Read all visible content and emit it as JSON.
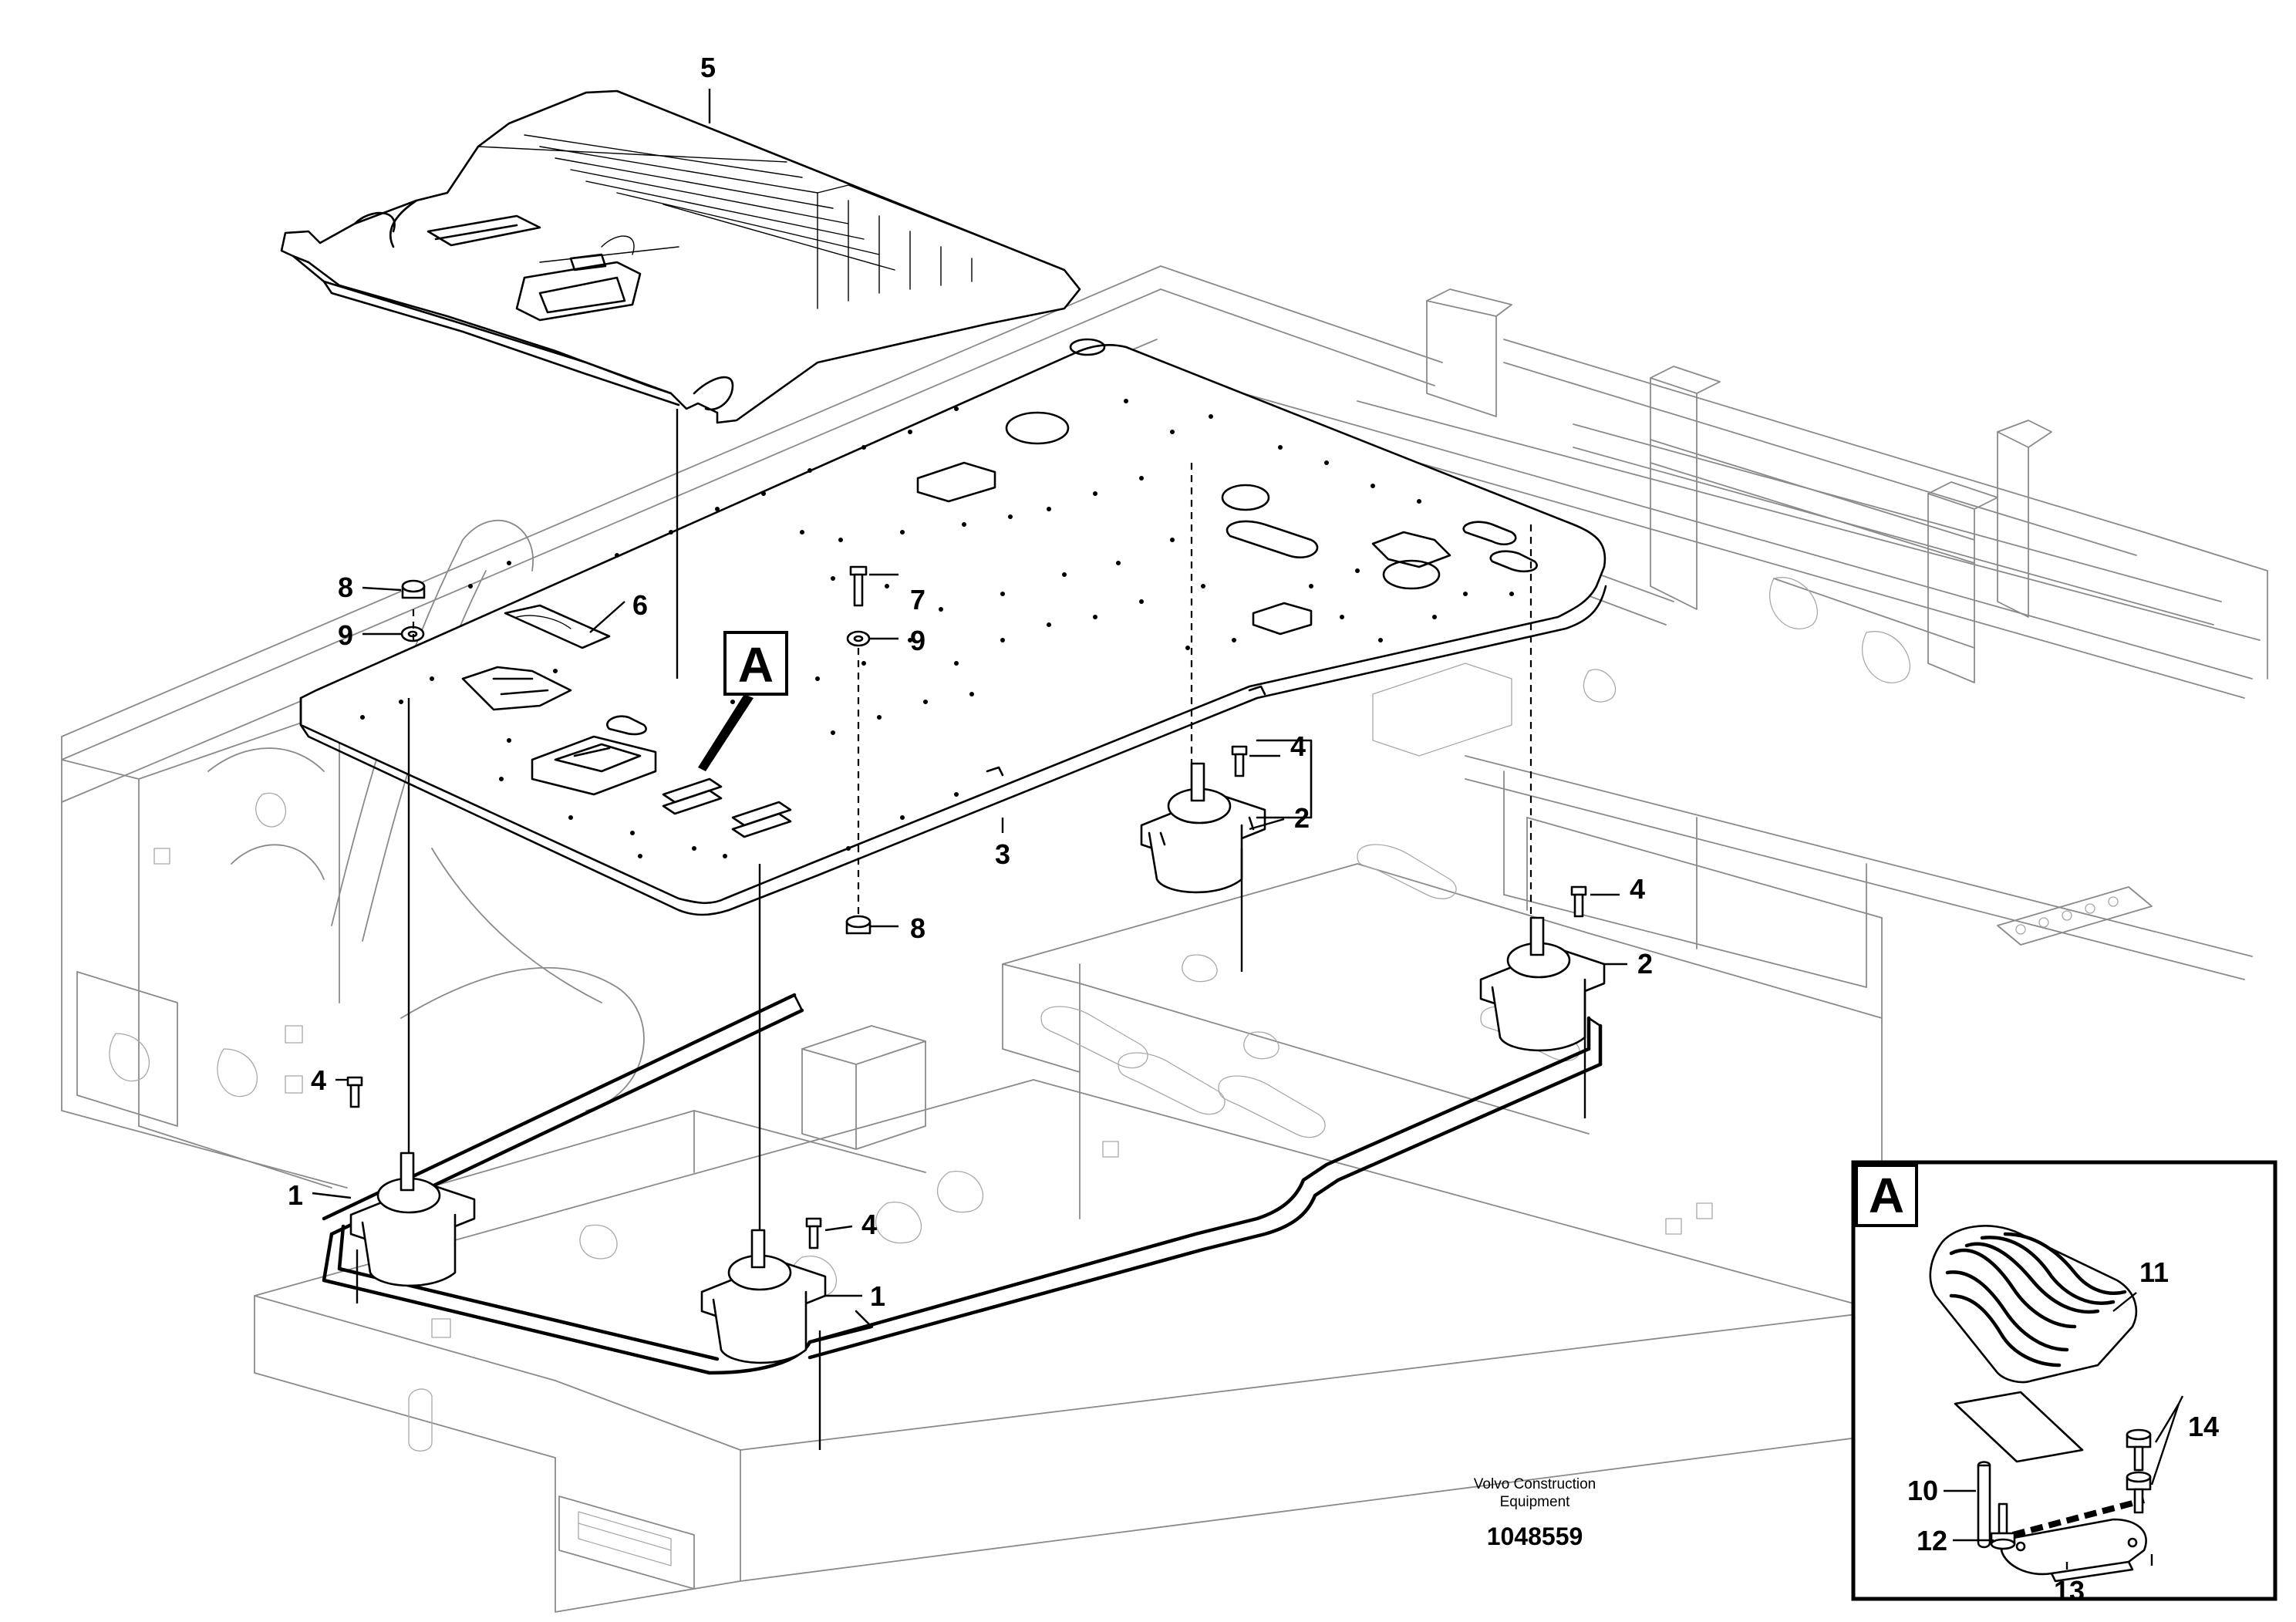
{
  "callouts": {
    "c1a": "1",
    "c1b": "1",
    "c2a": "2",
    "c2b": "2",
    "c3": "3",
    "c4a": "4",
    "c4b": "4",
    "c4c": "4",
    "c4d": "4",
    "c5": "5",
    "c6": "6",
    "c7": "7",
    "c8a": "8",
    "c8b": "8",
    "c9a": "9",
    "c9b": "9",
    "c10": "10",
    "c11": "11",
    "c12": "12",
    "c13": "13",
    "c14": "14"
  },
  "detail_marker": "A",
  "inset_label": "A",
  "caption": {
    "line1": "Volvo Construction",
    "line2": "Equipment",
    "drawing_number": "1048559"
  }
}
